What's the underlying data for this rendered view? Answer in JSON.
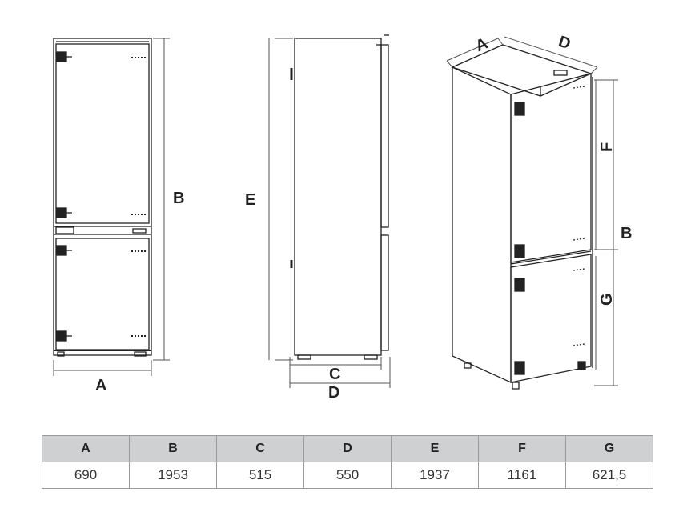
{
  "labels": {
    "front_width": "A",
    "front_height": "B",
    "side_height": "E",
    "side_depth_c": "C",
    "side_depth_d": "D",
    "iso_width": "A",
    "iso_depth": "D",
    "iso_height": "B",
    "iso_fridge": "F",
    "iso_freezer": "G"
  },
  "table": {
    "headers": [
      "A",
      "B",
      "C",
      "D",
      "E",
      "F",
      "G"
    ],
    "values": [
      "690",
      "1953",
      "515",
      "550",
      "1937",
      "1161",
      "621,5"
    ]
  },
  "colors": {
    "line": "#222222",
    "header_bg": "#cfd0d2",
    "border": "#9a9a9a"
  }
}
